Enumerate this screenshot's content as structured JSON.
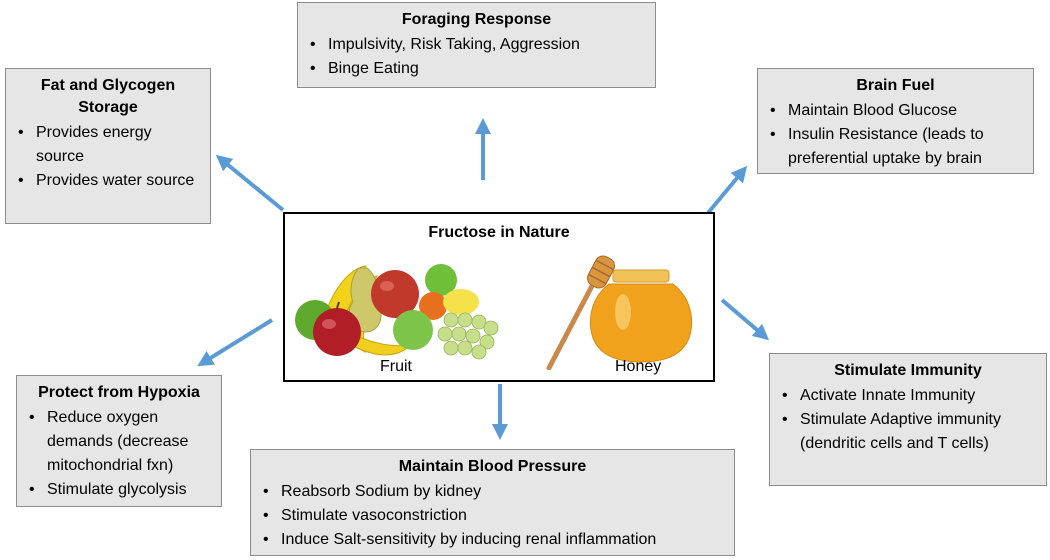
{
  "center": {
    "title": "Fructose in Nature",
    "fruit_label": "Fruit",
    "honey_label": "Honey"
  },
  "boxes": {
    "foraging": {
      "title": "Foraging Response",
      "items": [
        "Impulsivity, Risk Taking, Aggression",
        "Binge Eating"
      ]
    },
    "fat": {
      "title": "Fat and Glycogen Storage",
      "items": [
        "Provides energy source",
        "Provides water source"
      ]
    },
    "brain": {
      "title": "Brain Fuel",
      "items": [
        "Maintain Blood Glucose",
        "Insulin Resistance (leads to preferential uptake by brain"
      ]
    },
    "immunity": {
      "title": "Stimulate Immunity",
      "items": [
        "Activate Innate Immunity",
        "Stimulate Adaptive immunity (dendritic cells and T cells)"
      ]
    },
    "hypoxia": {
      "title": "Protect from Hypoxia",
      "items": [
        "Reduce oxygen demands (decrease mitochondrial fxn)",
        "Stimulate glycolysis"
      ]
    },
    "pressure": {
      "title": "Maintain Blood Pressure",
      "items": [
        "Reabsorb Sodium by kidney",
        "Stimulate vasoconstriction",
        "Induce Salt-sensitivity by inducing renal inflammation"
      ]
    }
  },
  "colors": {
    "arrow": "#5b9bd5",
    "box_fill": "#e6e6e6",
    "box_border": "#8c8c8c"
  }
}
